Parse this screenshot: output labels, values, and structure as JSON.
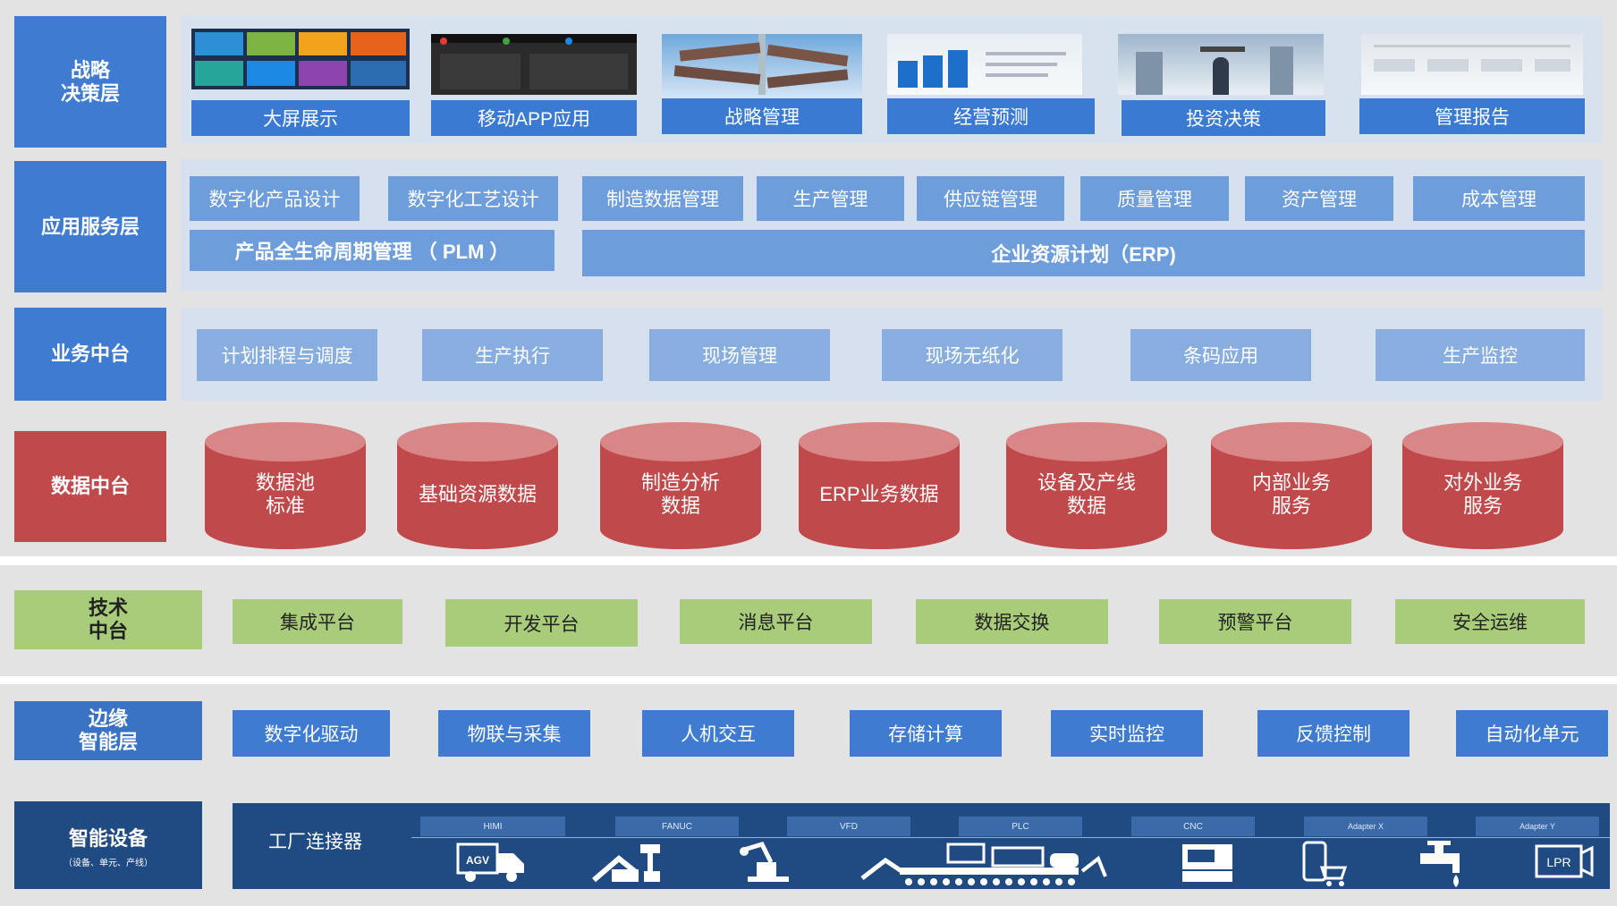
{
  "layers": {
    "strategy": {
      "label": "战略\n决策层",
      "items": [
        "大屏展示",
        "移动APP应用",
        "战略管理",
        "经营预测",
        "投资决策",
        "管理报告"
      ]
    },
    "application": {
      "label": "应用服务层",
      "items": [
        "数字化产品设计",
        "数字化工艺设计",
        "制造数据管理",
        "生产管理",
        "供应链管理",
        "质量管理",
        "资产管理",
        "成本管理"
      ],
      "plm": "产品全生命周期管理 （ PLM ）",
      "erp": "企业资源计划（ERP)"
    },
    "business": {
      "label": "业务中台",
      "items": [
        "计划排程与调度",
        "生产执行",
        "现场管理",
        "现场无纸化",
        "条码应用",
        "生产监控"
      ]
    },
    "data": {
      "label": "数据中台",
      "items": [
        "数据池\n标准",
        "基础资源数据",
        "制造分析\n数据",
        "ERP业务数据",
        "设备及产线\n数据",
        "内部业务\n服务",
        "对外业务\n服务"
      ]
    },
    "tech": {
      "label": "技术\n中台",
      "items": [
        "集成平台",
        "开发平台",
        "消息平台",
        "数据交换",
        "预警平台",
        "安全运维"
      ]
    },
    "edge": {
      "label": "边缘\n智能层",
      "items": [
        "数字化驱动",
        "物联与采集",
        "人机交互",
        "存储计算",
        "实时监控",
        "反馈控制",
        "自动化单元"
      ]
    },
    "devices": {
      "label": "智能设备",
      "sublabel": "（设备、单元、产线）",
      "connector": "工厂连接器",
      "tabs": [
        "HIMI",
        "FANUC",
        "VFD",
        "PLC",
        "CNC",
        "Adapter X",
        "Adapter Y"
      ],
      "icons": [
        "agv-icon",
        "robot-arm-icon",
        "manipulator-icon",
        "production-line-icon",
        "cnc-machine-icon",
        "mobile-terminal-icon",
        "valve-icon",
        "lpr-camera-icon"
      ],
      "agv_text": "AGV",
      "lpr_text": "LPR"
    }
  },
  "colors": {
    "blue": "#3f7bd0",
    "red": "#c0494b",
    "green": "#a9cc7a",
    "dark": "#1f4a82"
  }
}
